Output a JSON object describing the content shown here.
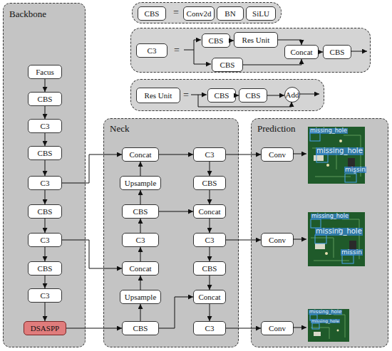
{
  "diagram": {
    "nodes": [
      {
        "text": [
          "="
        ]
      },
      {
        "text": [
          "CBS"
        ],
        "in": 0
      },
      {
        "text": [
          "Conv2d"
        ],
        "in": 0
      },
      {
        "text": [
          "BN"
        ],
        "in": 0
      },
      {
        "text": [
          "SiLU"
        ],
        "in": 0
      },
      {
        "text": [
          "="
        ]
      },
      {
        "text": [
          "C3"
        ],
        "in": 5
      },
      {
        "text": [
          "CBS"
        ],
        "in": 5
      },
      {
        "text": [
          "Res Unit"
        ],
        "in": 5
      },
      {
        "text": [
          "CBS"
        ],
        "in": 5
      },
      {
        "text": [
          "Concat"
        ],
        "in": 5
      },
      {
        "text": [
          "CBS"
        ],
        "in": 5
      },
      {
        "text": [
          "="
        ]
      },
      {
        "text": [
          "Res Unit"
        ],
        "in": 12
      },
      {
        "text": [
          "CBS"
        ],
        "in": 12
      },
      {
        "text": [
          "CBS"
        ],
        "in": 12
      },
      {
        "text": [
          "Add"
        ],
        "in": 12
      },
      {
        "text": [
          "Backbone"
        ]
      },
      {
        "text": [
          "Facus"
        ],
        "in": 17
      },
      {
        "text": [
          "CBS"
        ],
        "in": 17
      },
      {
        "text": [
          "C3"
        ],
        "in": 17
      },
      {
        "text": [
          "CBS"
        ],
        "in": 17
      },
      {
        "text": [
          "C3"
        ],
        "in": 17
      },
      {
        "text": [
          "CBS"
        ],
        "in": 17
      },
      {
        "text": [
          "C3"
        ],
        "in": 17
      },
      {
        "text": [
          "CBS"
        ],
        "in": 17
      },
      {
        "text": [
          "C3"
        ],
        "in": 17
      },
      {
        "text": [
          "DSASPP"
        ],
        "in": 17
      },
      {
        "text": [
          "Neck"
        ]
      },
      {
        "text": [
          "Concat"
        ],
        "in": 28
      },
      {
        "text": [
          "Upsample"
        ],
        "in": 28
      },
      {
        "text": [
          "CBS"
        ],
        "in": 28
      },
      {
        "text": [
          "C3"
        ],
        "in": 28
      },
      {
        "text": [
          "Concat"
        ],
        "in": 28
      },
      {
        "text": [
          "Upsample"
        ],
        "in": 28
      },
      {
        "text": [
          "CBS"
        ],
        "in": 28
      },
      {
        "text": [
          "C3"
        ],
        "in": 28
      },
      {
        "text": [
          "CBS"
        ],
        "in": 28
      },
      {
        "text": [
          "Concat"
        ],
        "in": 28
      },
      {
        "text": [
          "C3"
        ],
        "in": 28
      },
      {
        "text": [
          "CBS"
        ],
        "in": 28
      },
      {
        "text": [
          "Concat"
        ],
        "in": 28
      },
      {
        "text": [
          "C3"
        ],
        "in": 28
      },
      {
        "text": [
          "Prediction"
        ]
      },
      {
        "text": [
          "Conv"
        ],
        "in": 43
      },
      {
        "text": [
          "Conv"
        ],
        "in": 43
      },
      {
        "text": [
          "Conv"
        ],
        "in": 43
      }
    ],
    "edges": [
      {
        "from": 7,
        "to": 8,
        "arrow": "to"
      },
      {
        "from": 8,
        "to": 10,
        "arrow": "to"
      },
      {
        "from": 9,
        "to": 10,
        "arrow": "to"
      },
      {
        "from": 10,
        "to": 11,
        "arrow": "to"
      },
      {
        "from": 14,
        "to": 15,
        "arrow": "to"
      },
      {
        "from": 15,
        "to": 16,
        "arrow": "to"
      },
      {
        "from": 18,
        "to": 19,
        "arrow": "to"
      },
      {
        "from": 19,
        "to": 20,
        "arrow": "to"
      },
      {
        "from": 20,
        "to": 21,
        "arrow": "to"
      },
      {
        "from": 21,
        "to": 22,
        "arrow": "to"
      },
      {
        "from": 22,
        "to": 23,
        "arrow": "to"
      },
      {
        "from": 23,
        "to": 24,
        "arrow": "to"
      },
      {
        "from": 24,
        "to": 25,
        "arrow": "to"
      },
      {
        "from": 25,
        "to": 26,
        "arrow": "to"
      },
      {
        "from": 26,
        "to": 27,
        "arrow": "to"
      },
      {
        "from": 22,
        "to": 29,
        "arrow": "to"
      },
      {
        "from": 24,
        "to": 33,
        "arrow": "to"
      },
      {
        "from": 27,
        "to": 35,
        "arrow": "to"
      },
      {
        "from": 35,
        "to": 34,
        "arrow": "to"
      },
      {
        "from": 34,
        "to": 33,
        "arrow": "to"
      },
      {
        "from": 33,
        "to": 32,
        "arrow": "to"
      },
      {
        "from": 32,
        "to": 31,
        "arrow": "to"
      },
      {
        "from": 31,
        "to": 30,
        "arrow": "to"
      },
      {
        "from": 30,
        "to": 29,
        "arrow": "to"
      },
      {
        "from": 29,
        "to": 36,
        "arrow": "to"
      },
      {
        "from": 36,
        "to": 37,
        "arrow": "to"
      },
      {
        "from": 37,
        "to": 38,
        "arrow": "to"
      },
      {
        "from": 38,
        "to": 39,
        "arrow": "to"
      },
      {
        "from": 39,
        "to": 40,
        "arrow": "to"
      },
      {
        "from": 40,
        "to": 41,
        "arrow": "to"
      },
      {
        "from": 41,
        "to": 42,
        "arrow": "to"
      },
      {
        "from": 31,
        "to": 38,
        "arrow": "to"
      },
      {
        "from": 35,
        "to": 41,
        "arrow": "to"
      },
      {
        "from": 36,
        "to": 44,
        "arrow": "to"
      },
      {
        "from": 39,
        "to": 45,
        "arrow": "to"
      },
      {
        "from": 42,
        "to": 46,
        "arrow": "to"
      }
    ],
    "labels": [
      "missing_hole",
      "missing_hole",
      "missin",
      "missing_hole",
      "missing_hole",
      "missin",
      "missing_hole",
      "missing_hole"
    ]
  }
}
